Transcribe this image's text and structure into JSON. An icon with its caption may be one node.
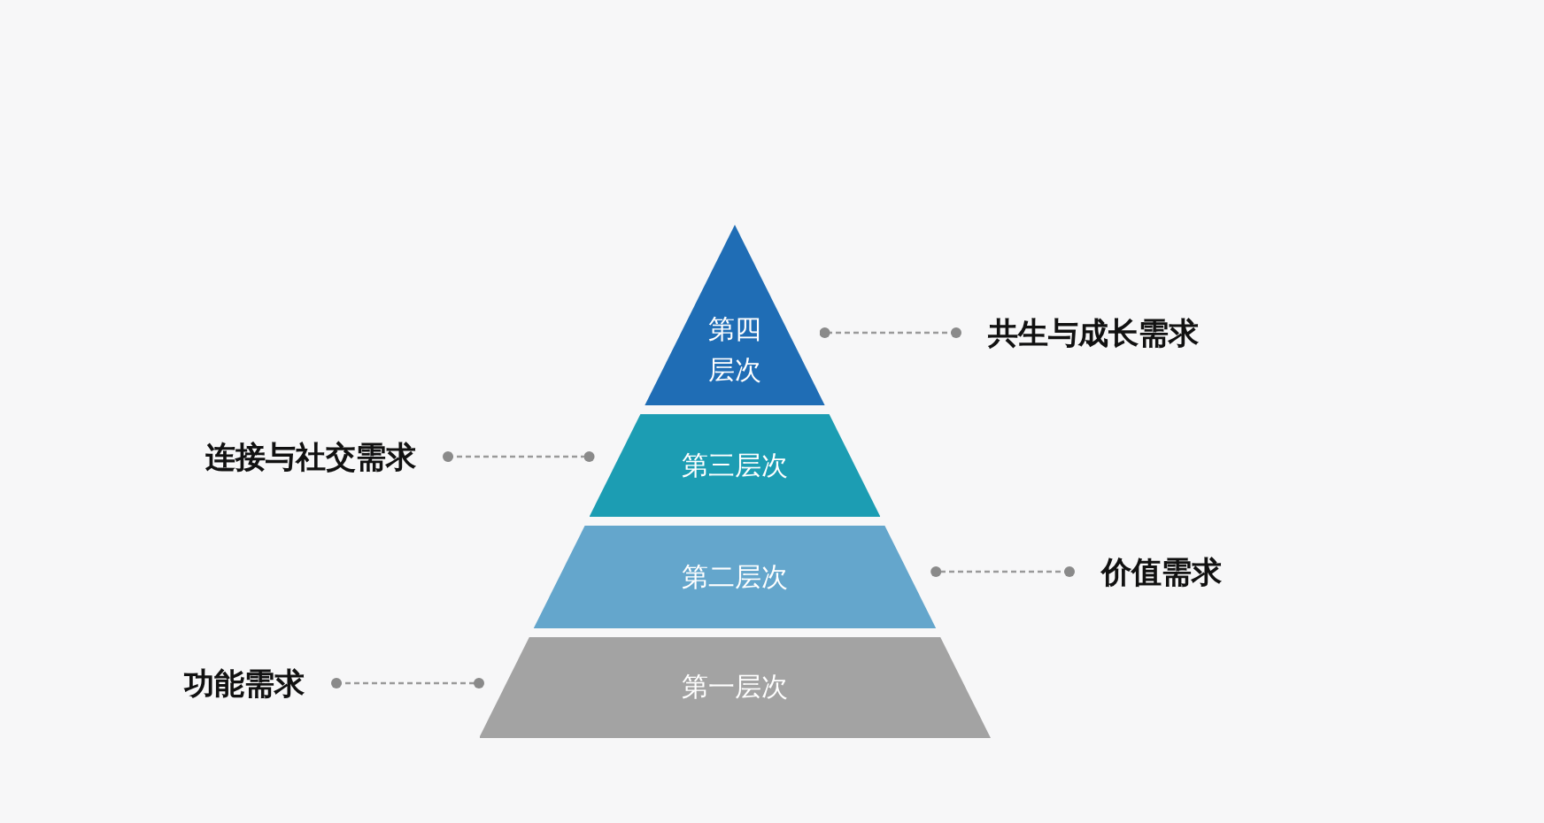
{
  "diagram": {
    "nodes": [
      {
        "text": [
          "第四层次"
        ]
      },
      {
        "text": [
          "第三层次"
        ]
      },
      {
        "text": [
          "第二层次"
        ]
      },
      {
        "text": [
          "第一层次"
        ]
      },
      {
        "text": [
          "共生与成长需求"
        ]
      },
      {
        "text": [
          "连接与社交需求"
        ]
      },
      {
        "text": [
          "价值需求"
        ]
      },
      {
        "text": [
          "功能需求"
        ]
      }
    ],
    "edges": [
      {
        "from": 4,
        "to": 0,
        "arrow": "other",
        "style": "dashed"
      },
      {
        "from": 5,
        "to": 1,
        "arrow": "other",
        "style": "dashed"
      },
      {
        "from": 6,
        "to": 2,
        "arrow": "other",
        "style": "dashed"
      },
      {
        "from": 7,
        "to": 3,
        "arrow": "other",
        "style": "dashed"
      }
    ]
  }
}
